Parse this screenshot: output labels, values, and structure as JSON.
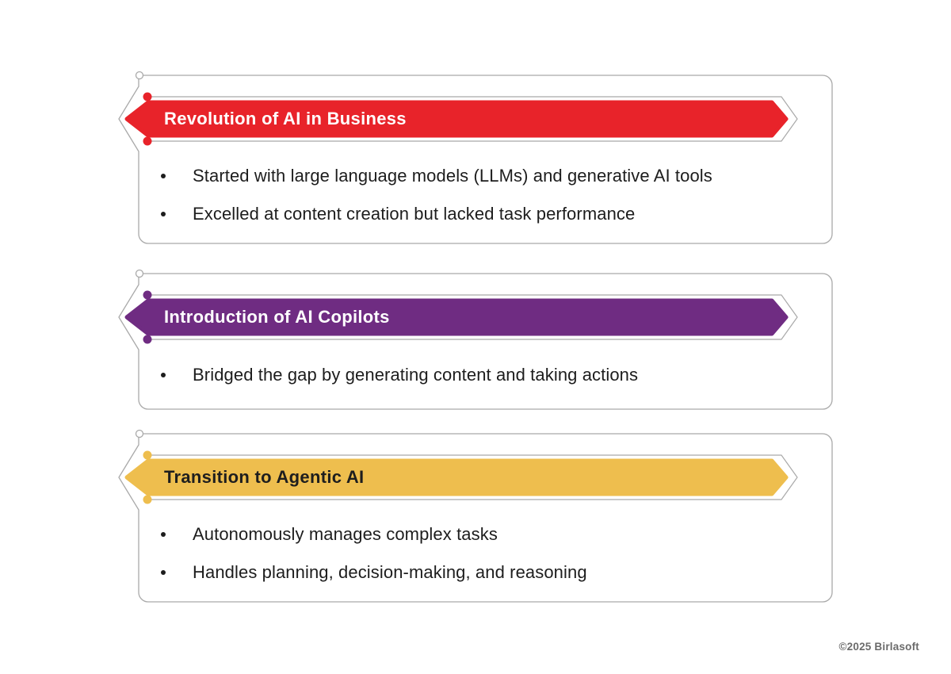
{
  "page": {
    "background_color": "#ffffff",
    "footer_text": "©2025 Birlasoft",
    "border_color": "#a9a9a9",
    "bullet_text_color": "#1d1d1d"
  },
  "cards": [
    {
      "title": "Revolution of AI in Business",
      "accent": "#e8232a",
      "title_color": "#ffffff",
      "bullets": [
        "Started with large language models (LLMs) and generative AI tools",
        "Excelled at content creation but lacked task performance"
      ]
    },
    {
      "title": "Introduction of AI Copilots",
      "accent": "#6f2c82",
      "title_color": "#ffffff",
      "bullets": [
        "Bridged the gap by generating content and taking actions"
      ]
    },
    {
      "title": "Transition to Agentic AI",
      "accent": "#eebe4e",
      "title_color": "#1e1e1e",
      "bullets": [
        "Autonomously manages complex tasks",
        "Handles planning, decision-making, and reasoning"
      ]
    }
  ]
}
